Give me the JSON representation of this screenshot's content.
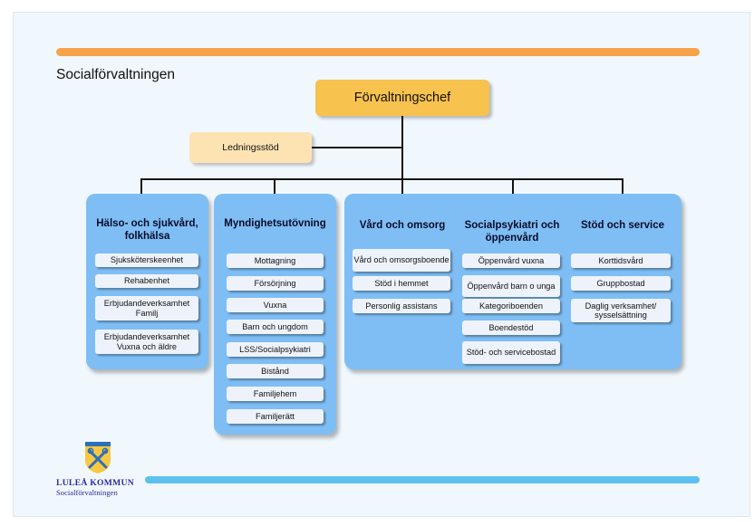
{
  "title": "Socialförvaltningen",
  "chief": "Förvaltningschef",
  "staff": "Ledningsstöd",
  "departments": [
    {
      "title": "Hälso- och sjukvård, folkhälsa",
      "units": [
        "Sjuksköterskeenhet",
        "Rehabenhet",
        "Erbjudandeverksamhet Familj",
        "Erbjudandeverksamhet Vuxna och äldre"
      ]
    },
    {
      "title": "Myndighetsutövning",
      "units": [
        "Mottagning",
        "Försörjning",
        "Vuxna",
        "Barn och ungdom",
        "LSS/Socialpsykiatri",
        "Bistånd",
        "Familjehem",
        "Familjerätt"
      ]
    },
    {
      "title": "Vård och omsorg",
      "units": [
        "Vård och omsorgsboende",
        "Stöd i hemmet",
        "Personlig assistans"
      ]
    },
    {
      "title": "Socialpsykiatri och öppenvård",
      "units": [
        "Öppenvård vuxna",
        "Öppenvård barn o unga",
        "Kategoriboenden",
        "Boendestöd",
        "Stöd- och servicebostad"
      ]
    },
    {
      "title": "Stöd och service",
      "units": [
        "Korttidsvård",
        "Gruppbostad",
        "Daglig verksamhet/ sysselsättning"
      ]
    }
  ],
  "logo": {
    "name": "LULEÅ KOMMUN",
    "sub": "Socialförvaltningen"
  },
  "colors": {
    "top_bar": "#f6a24a",
    "bottom_bar": "#5dc0ee",
    "chief": "#f8c24f",
    "staff": "#fde2b2",
    "department": "#7ebef4"
  }
}
